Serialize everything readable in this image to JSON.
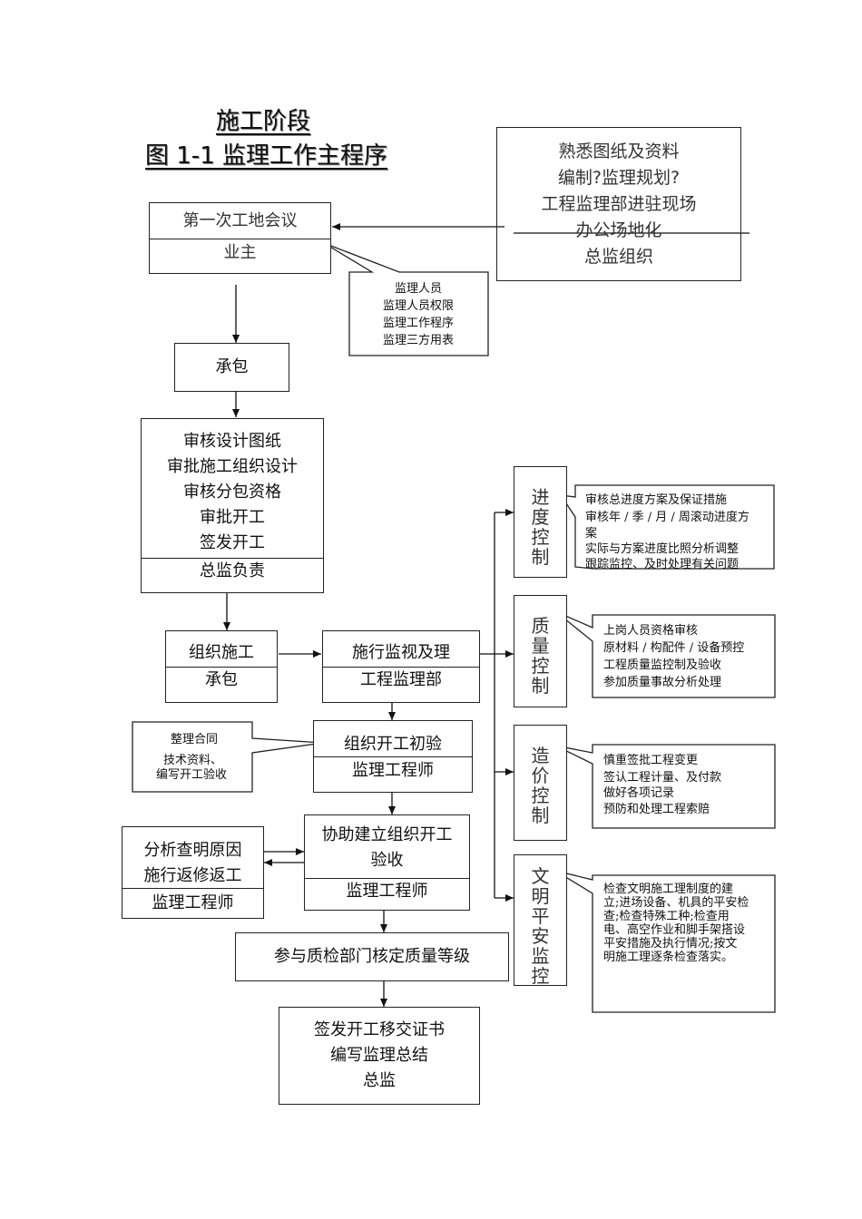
{
  "title": {
    "line1": "施工阶段",
    "line2": "图 1-1  监理工作主程序"
  },
  "prep_box": {
    "lines": [
      "熟悉图纸及资料",
      "编制?监理规划?",
      "工程监理部进驻现场",
      "办公场地化",
      "总监组织"
    ]
  },
  "first_meeting": {
    "title": "第一次工地会议",
    "owner": "业主"
  },
  "meeting_callout": {
    "lines": [
      "监理人员",
      "监理人员权限",
      "监理工作程序",
      "监理三方用表"
    ]
  },
  "contractor_box": {
    "label": "承包"
  },
  "review_box": {
    "lines": [
      "审核设计图纸",
      "审批施工组织设计",
      "审核分包资格",
      "审批开工",
      "签发开工"
    ],
    "owner": "总监负责"
  },
  "org_construction": {
    "title": "组织施工",
    "owner": "承包"
  },
  "supervise": {
    "title": "施行监视及理",
    "owner": "工程监理部"
  },
  "initial_acceptance": {
    "title": "组织开工初验",
    "owner": "监理工程师"
  },
  "acceptance_callout": {
    "lines": [
      "整理合同",
      "技术资料、",
      "编写开工验收"
    ]
  },
  "assist_acceptance": {
    "lines": [
      "协助建立组织开工",
      "验收"
    ],
    "owner": "监理工程师"
  },
  "analysis": {
    "lines": [
      "分析查明原因",
      "施行返修返工"
    ],
    "owner": "监理工程师"
  },
  "quality_grade": {
    "label": "参与质检部门核定质量等级"
  },
  "final": {
    "lines": [
      "签发开工移交证书",
      "编写监理总结",
      "总监"
    ]
  },
  "controls": [
    {
      "label": [
        "进",
        "度",
        "控",
        "制"
      ],
      "notes": [
        "审核总进度方案及保证措施",
        "审核年 / 季 / 月 / 周滚动进度方",
        "案",
        "实际与方案进度比照分析调整",
        "跟踪监控、及时处理有关问题"
      ]
    },
    {
      "label": [
        "质",
        "量",
        "控",
        "制"
      ],
      "notes": [
        "上岗人员资格审核",
        "原材料 / 构配件 / 设备预控",
        "工程质量监控制及验收",
        "参加质量事故分析处理"
      ]
    },
    {
      "label": [
        "造",
        "价",
        "控",
        "制"
      ],
      "notes": [
        "慎重签批工程变更",
        "签认工程计量、及付款",
        "做好各项记录",
        "预防和处理工程索赔"
      ]
    },
    {
      "label": [
        "文",
        "明",
        "平",
        "安",
        "监",
        "控"
      ],
      "notes": [
        "检查文明施工理制度的建",
        "立;进场设备、机具的平安检",
        "查;检查特殊工种;检查用",
        "电、高空作业和脚手架搭设",
        "平安措施及执行情况;按文",
        "明施工理逐条检查落实。"
      ]
    }
  ]
}
